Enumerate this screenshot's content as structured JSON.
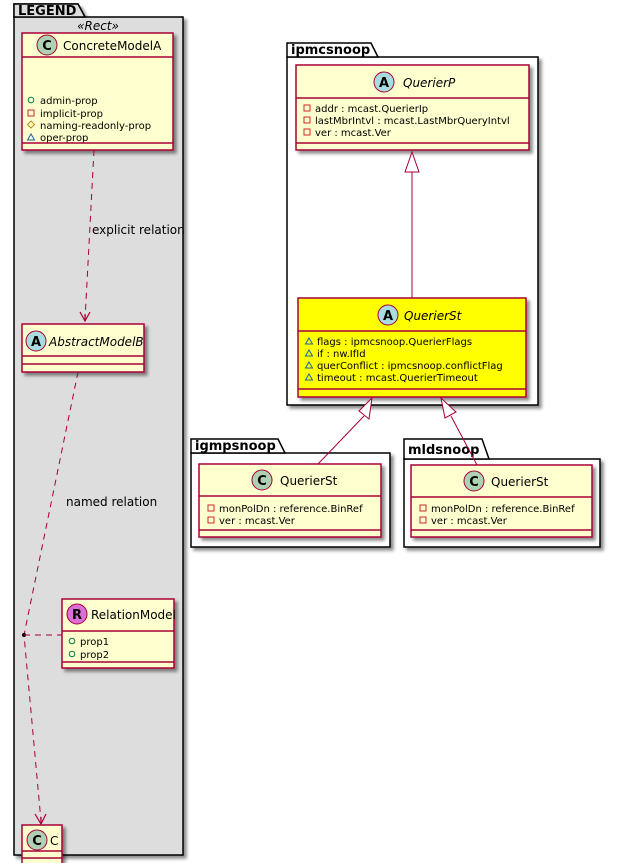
{
  "colors": {
    "class_fill": "#FEFECE",
    "class_border": "#A80036",
    "highlight_fill": "#FFFF00",
    "legend_fill": "#DDDDDD",
    "circle_class": "#ADD1B2",
    "circle_abstract": "#A9DCDF",
    "circle_relation": "#DA70D6",
    "vis_public": "#038048",
    "vis_private": "#C82930",
    "vis_protected": "#B38D22",
    "vis_package": "#1963A0"
  },
  "legend": {
    "package": "LEGEND",
    "stereotype": "«Rect»",
    "concrete": {
      "glyph": "C",
      "name": "ConcreteModelA",
      "attrs": [
        {
          "vis": "public",
          "icon": "circle-icon",
          "text": "admin-prop"
        },
        {
          "vis": "private",
          "icon": "square-icon",
          "text": "implicit-prop"
        },
        {
          "vis": "protected",
          "icon": "diamond-icon",
          "text": "naming-readonly-prop"
        },
        {
          "vis": "package",
          "icon": "triangle-icon",
          "text": "oper-prop"
        }
      ]
    },
    "explicit_relation": "explicit relation",
    "abstract": {
      "glyph": "A",
      "name": "AbstractModelB"
    },
    "named_relation": "named relation",
    "relation_model": {
      "glyph": "R",
      "name": "RelationModel",
      "attrs": [
        {
          "vis": "public",
          "icon": "circle-icon",
          "text": "prop1"
        },
        {
          "vis": "public",
          "icon": "circle-icon",
          "text": "prop2"
        }
      ]
    },
    "target": {
      "glyph": "C",
      "name": "C"
    }
  },
  "ipmcsnoop": {
    "package": "ipmcsnoop",
    "querier_p": {
      "glyph": "A",
      "name": "QuerierP",
      "attrs": [
        {
          "vis": "private",
          "icon": "square-icon",
          "text": "addr : mcast.QuerierIp"
        },
        {
          "vis": "private",
          "icon": "square-icon",
          "text": "lastMbrIntvl : mcast.LastMbrQueryIntvl"
        },
        {
          "vis": "private",
          "icon": "square-icon",
          "text": "ver : mcast.Ver"
        }
      ]
    },
    "querier_st": {
      "glyph": "A",
      "name": "QuerierSt",
      "attrs": [
        {
          "vis": "package",
          "icon": "triangle-icon",
          "text": "flags : ipmcsnoop.QuerierFlags"
        },
        {
          "vis": "package",
          "icon": "triangle-icon",
          "text": "if : nw.IfId"
        },
        {
          "vis": "package",
          "icon": "triangle-icon",
          "text": "querConflict : ipmcsnoop.conflictFlag"
        },
        {
          "vis": "package",
          "icon": "triangle-icon",
          "text": "timeout : mcast.QuerierTimeout"
        }
      ]
    }
  },
  "igmpsnoop": {
    "package": "igmpsnoop",
    "querier_st": {
      "glyph": "C",
      "name": "QuerierSt",
      "attrs": [
        {
          "vis": "private",
          "icon": "square-icon",
          "text": "monPolDn : reference.BinRef"
        },
        {
          "vis": "private",
          "icon": "square-icon",
          "text": "ver : mcast.Ver"
        }
      ]
    }
  },
  "mldsnoop": {
    "package": "mldsnoop",
    "querier_st": {
      "glyph": "C",
      "name": "QuerierSt",
      "attrs": [
        {
          "vis": "private",
          "icon": "square-icon",
          "text": "monPolDn : reference.BinRef"
        },
        {
          "vis": "private",
          "icon": "square-icon",
          "text": "ver : mcast.Ver"
        }
      ]
    }
  }
}
